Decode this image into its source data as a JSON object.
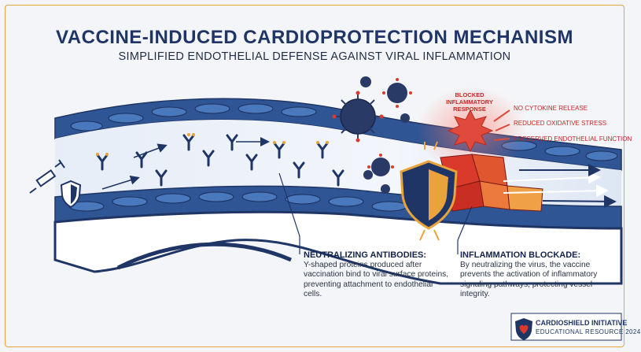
{
  "title": "VACCINE-INDUCED CARDIOPROTECTION MECHANISM",
  "subtitle": "SIMPLIFIED ENDOTHELIAL DEFENSE AGAINST VIRAL INFLAMMATION",
  "blocked_response": "BLOCKED INFLAMMATORY RESPONSE",
  "effects": [
    "NO CYTOKINE RELEASE",
    "REDUCED OXIDATIVE STRESS",
    "PRESERVED ENDOTHELIAL FUNCTION"
  ],
  "antibodies_caption": {
    "heading": "NEUTRALIZING ANTIBODIES:",
    "body": "Y-shaped proteins produced after vaccination bind to viral surface proteins, preventing attachment to endothelial cells."
  },
  "blockade_caption": {
    "heading": "INFLAMMATION BLOCKADE:",
    "body": "By neutralizing the virus, the vaccine prevents the activation of inflammatory signaling pathways, protecting vessel integrity."
  },
  "badge": {
    "name": "CARDIOSHIELD INITIATIVE",
    "subtitle": "EDUCATIONAL RESOURCE 2024"
  },
  "colors": {
    "navy": "#1f3566",
    "vessel_blue": "#3d6bb0",
    "accent_orange": "#e8a33a",
    "inflammation_red": "#d93a2b"
  }
}
